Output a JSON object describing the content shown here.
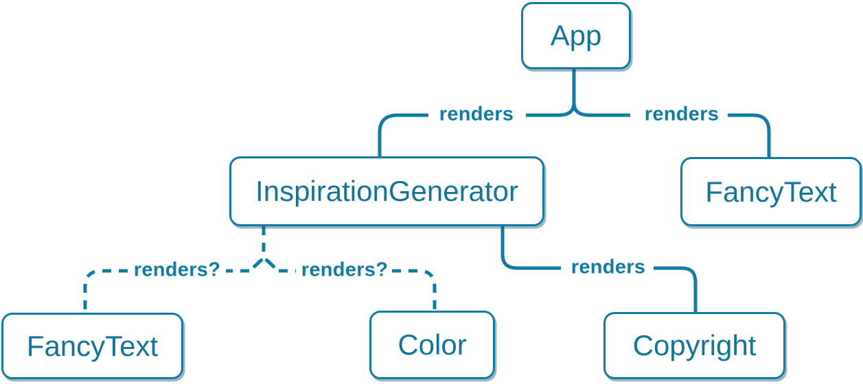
{
  "colors": {
    "accent": "#0e7ca6",
    "node_text": "#11749b",
    "node_fill": "#ffffff",
    "shadow": "rgba(32,82,108,0.42)",
    "background": "#ffffff"
  },
  "nodes": [
    {
      "id": "app",
      "label": "App"
    },
    {
      "id": "inspiration-generator",
      "label": "InspirationGenerator"
    },
    {
      "id": "fancy-text-top",
      "label": "FancyText"
    },
    {
      "id": "fancy-text-bottom-left",
      "label": "FancyText"
    },
    {
      "id": "color",
      "label": "Color"
    },
    {
      "id": "copyright",
      "label": "Copyright"
    }
  ],
  "edges": [
    {
      "from": "App",
      "to": "InspirationGenerator",
      "label": "renders",
      "style": "solid"
    },
    {
      "from": "App",
      "to": "FancyText",
      "label": "renders",
      "style": "solid"
    },
    {
      "from": "InspirationGenerator",
      "to": "FancyText",
      "label": "renders?",
      "style": "dashed"
    },
    {
      "from": "InspirationGenerator",
      "to": "Color",
      "label": "renders?",
      "style": "dashed"
    },
    {
      "from": "InspirationGenerator",
      "to": "Copyright",
      "label": "renders",
      "style": "solid"
    }
  ]
}
